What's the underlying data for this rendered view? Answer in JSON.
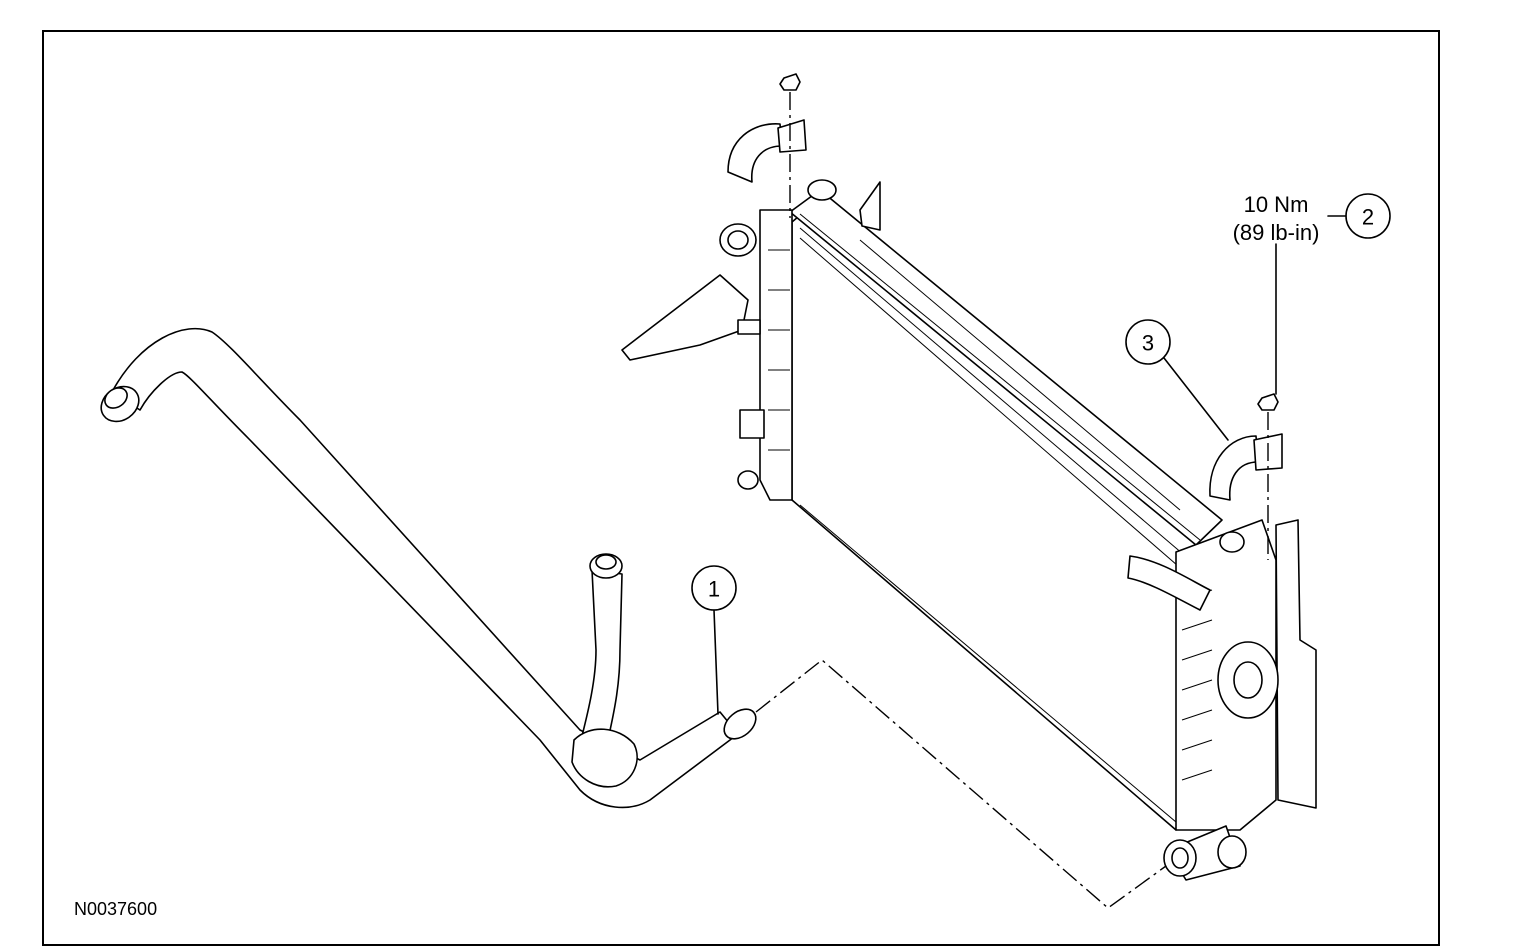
{
  "diagram": {
    "figure_id": "N0037600",
    "callouts": [
      {
        "number": "1"
      },
      {
        "number": "2"
      },
      {
        "number": "3"
      }
    ],
    "torque_spec": {
      "metric": "10 Nm",
      "imperial": "(89 lb-in)"
    }
  }
}
